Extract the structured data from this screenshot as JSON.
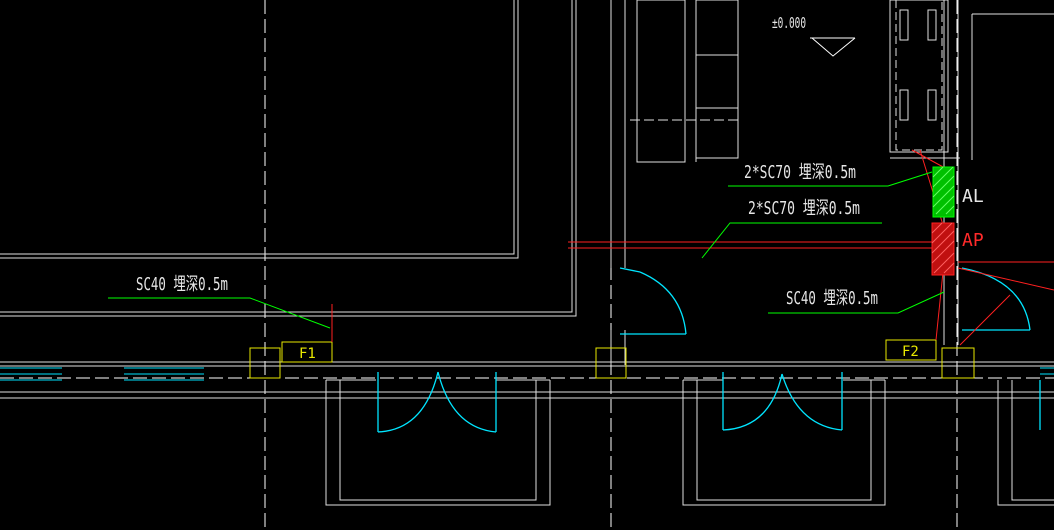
{
  "drawing": {
    "elevation_label": "±0.000",
    "annotations": {
      "conduit_al": "2*SC70  埋深0.5m",
      "conduit_ap": "2*SC70  埋深0.5m",
      "conduit_f1": "SC40  埋深0.5m",
      "conduit_f2": "SC40  埋深0.5m"
    },
    "panels": {
      "al": "AL",
      "ap": "AP"
    },
    "tags": {
      "f1": "F1",
      "f2": "F2"
    },
    "colors": {
      "background": "#000000",
      "linework": "#ffffff",
      "leader": "#00ff00",
      "conduit": "#ff0000",
      "door_swing": "#00e5ff",
      "tag": "#ffff00"
    }
  }
}
